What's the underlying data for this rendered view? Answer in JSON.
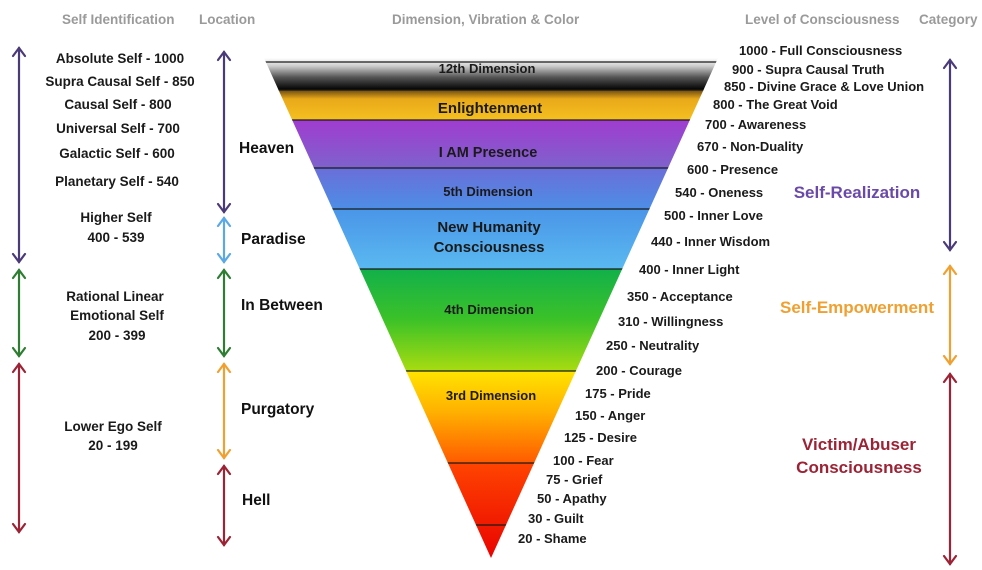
{
  "headers": {
    "self_identification": "Self Identification",
    "location": "Location",
    "dimension": "Dimension, Vibration & Color",
    "level": "Level of Consciousness",
    "category": "Category"
  },
  "self_identifications": [
    "Absolute Self - 1000",
    "Supra Causal Self - 850",
    "Causal Self - 800",
    "Universal Self - 700",
    "Galactic Self - 600",
    "Planetary Self - 540",
    "Higher Self",
    "400 - 539",
    "Rational Linear",
    "Emotional Self",
    "200 - 399",
    "Lower Ego Self",
    "20 - 199"
  ],
  "locations": [
    "Heaven",
    "Paradise",
    "In Between",
    "Purgatory",
    "Hell"
  ],
  "dimensions": {
    "d12": "12th Dimension",
    "enlightenment": "Enlightenment",
    "i_am": "I AM Presence",
    "d5": "5th Dimension",
    "new_humanity_1": "New Humanity",
    "new_humanity_2": "Consciousness",
    "d4": "4th Dimension",
    "d3": "3rd Dimension"
  },
  "levels": [
    "1000 - Full Consciousness",
    "900 - Supra Causal Truth",
    "850 - Divine Grace & Love Union",
    "800 - The Great Void",
    "700 - Awareness",
    "670 - Non-Duality",
    "600 - Presence",
    "540 - Oneness",
    "500 - Inner Love",
    "440 - Inner Wisdom",
    "400 - Inner Light",
    "350 - Acceptance",
    "310 - Willingness",
    "250 - Neutrality",
    "200 - Courage",
    "175 - Pride",
    "150 - Anger",
    "125 - Desire",
    "100 - Fear",
    "75 - Grief",
    "50 - Apathy",
    "30 - Guilt",
    "20 - Shame"
  ],
  "categories": {
    "self_realization": "Self-Realization",
    "self_empowerment": "Self-Empowerment",
    "victim_1": "Victim/Abuser",
    "victim_2": "Consciousness"
  },
  "colors": {
    "purple_arrow": "#4b3a78",
    "blue_arrow": "#5aa8e6",
    "green_arrow": "#2e7d32",
    "red_arrow": "#9b2335",
    "orange_arrow": "#f0a030",
    "self_realization": "#6a4aa8",
    "self_empowerment": "#f0a030",
    "victim": "#9b2335"
  }
}
